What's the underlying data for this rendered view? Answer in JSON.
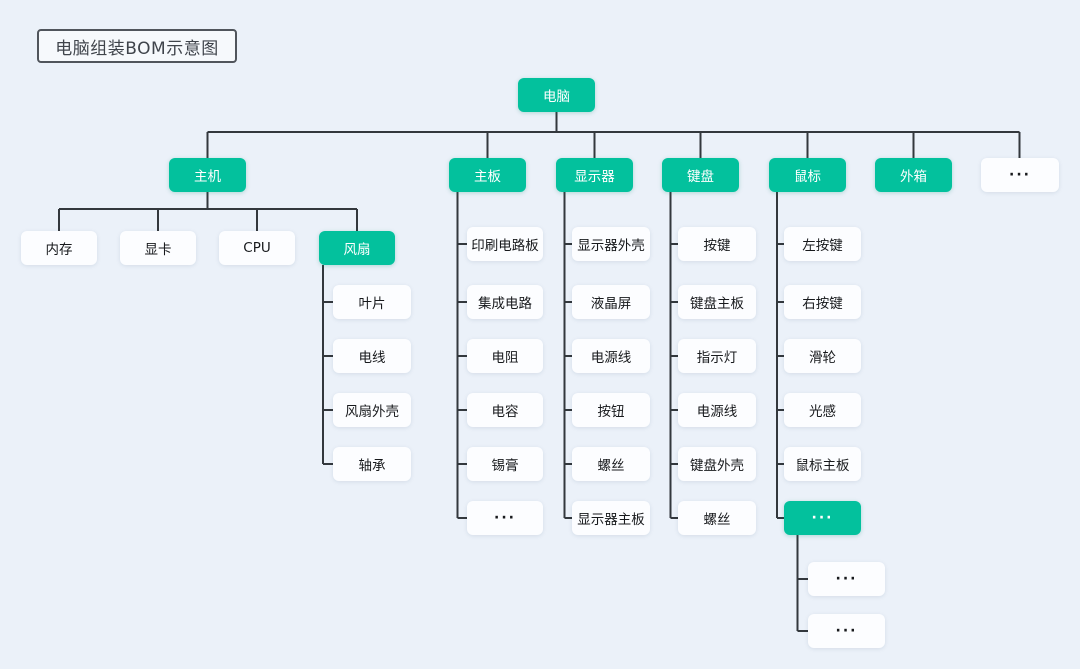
{
  "title": {
    "label": "电脑组装BOM示意图"
  },
  "palette": {
    "background": "#ebf1f9",
    "node_green": "#03c19d",
    "node_white": "#fcfdff",
    "connector": "#33383d",
    "text_dark": "#17191c",
    "text_on_green": "#ffffff",
    "title_border": "#50555c"
  },
  "nodes": {
    "computer": {
      "label": "电脑"
    },
    "host": {
      "label": "主机"
    },
    "motherboard": {
      "label": "主板"
    },
    "monitor": {
      "label": "显示器"
    },
    "keyboard": {
      "label": "键盘"
    },
    "mouse": {
      "label": "鼠标"
    },
    "outer_box": {
      "label": "外箱"
    },
    "level2_more": {
      "label": "···"
    },
    "memory": {
      "label": "内存"
    },
    "graphics_card": {
      "label": "显卡"
    },
    "cpu": {
      "label": "CPU"
    },
    "fan": {
      "label": "风扇"
    },
    "fan_blade": {
      "label": "叶片"
    },
    "fan_wire": {
      "label": "电线"
    },
    "fan_shell": {
      "label": "风扇外壳"
    },
    "fan_bearing": {
      "label": "轴承"
    },
    "pcb": {
      "label": "印刷电路板"
    },
    "integrated_circuit": {
      "label": "集成电路"
    },
    "resistor": {
      "label": "电阻"
    },
    "capacitor": {
      "label": "电容"
    },
    "solder_paste": {
      "label": "锡膏"
    },
    "motherboard_more": {
      "label": "···"
    },
    "monitor_shell": {
      "label": "显示器外壳"
    },
    "lcd_screen": {
      "label": "液晶屏"
    },
    "monitor_power_cable": {
      "label": "电源线"
    },
    "button": {
      "label": "按钮"
    },
    "monitor_screw": {
      "label": "螺丝"
    },
    "monitor_board": {
      "label": "显示器主板"
    },
    "keycap": {
      "label": "按键"
    },
    "keyboard_board": {
      "label": "键盘主板"
    },
    "indicator_light": {
      "label": "指示灯"
    },
    "keyboard_power_cable": {
      "label": "电源线"
    },
    "keyboard_shell": {
      "label": "键盘外壳"
    },
    "keyboard_screw": {
      "label": "螺丝"
    },
    "left_button": {
      "label": "左按键"
    },
    "right_button": {
      "label": "右按键"
    },
    "scroll_wheel": {
      "label": "滑轮"
    },
    "light_sensor": {
      "label": "光感"
    },
    "mouse_board": {
      "label": "鼠标主板"
    },
    "mouse_more": {
      "label": "···"
    },
    "mouse_more_child_1": {
      "label": "···"
    },
    "mouse_more_child_2": {
      "label": "···"
    }
  },
  "hierarchy": {
    "computer": [
      "host",
      "motherboard",
      "monitor",
      "keyboard",
      "mouse",
      "outer_box",
      "level2_more"
    ],
    "host": [
      "memory",
      "graphics_card",
      "cpu",
      "fan"
    ],
    "fan": [
      "fan_blade",
      "fan_wire",
      "fan_shell",
      "fan_bearing"
    ],
    "motherboard": [
      "pcb",
      "integrated_circuit",
      "resistor",
      "capacitor",
      "solder_paste",
      "motherboard_more"
    ],
    "monitor": [
      "monitor_shell",
      "lcd_screen",
      "monitor_power_cable",
      "button",
      "monitor_screw",
      "monitor_board"
    ],
    "keyboard": [
      "keycap",
      "keyboard_board",
      "indicator_light",
      "keyboard_power_cable",
      "keyboard_shell",
      "keyboard_screw"
    ],
    "mouse": [
      "left_button",
      "right_button",
      "scroll_wheel",
      "light_sensor",
      "mouse_board",
      "mouse_more"
    ],
    "mouse_more": [
      "mouse_more_child_1",
      "mouse_more_child_2"
    ]
  }
}
